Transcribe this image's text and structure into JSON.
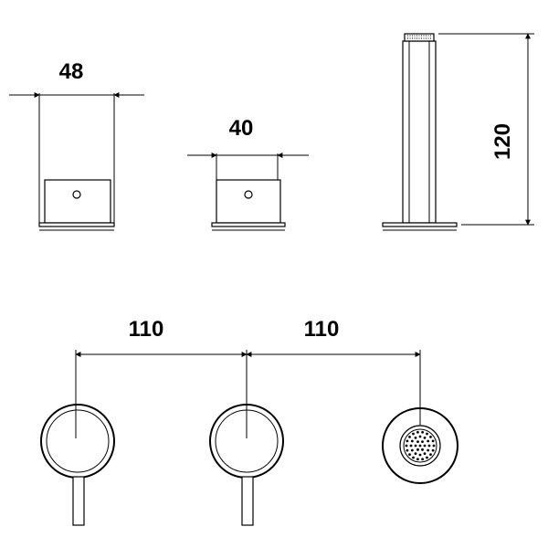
{
  "dimensions": {
    "width_handle_a": "48",
    "width_handle_b": "40",
    "height_spout": "120",
    "spacing_left": "110",
    "spacing_right": "110"
  },
  "colors": {
    "line": "#000000",
    "background": "#ffffff"
  }
}
